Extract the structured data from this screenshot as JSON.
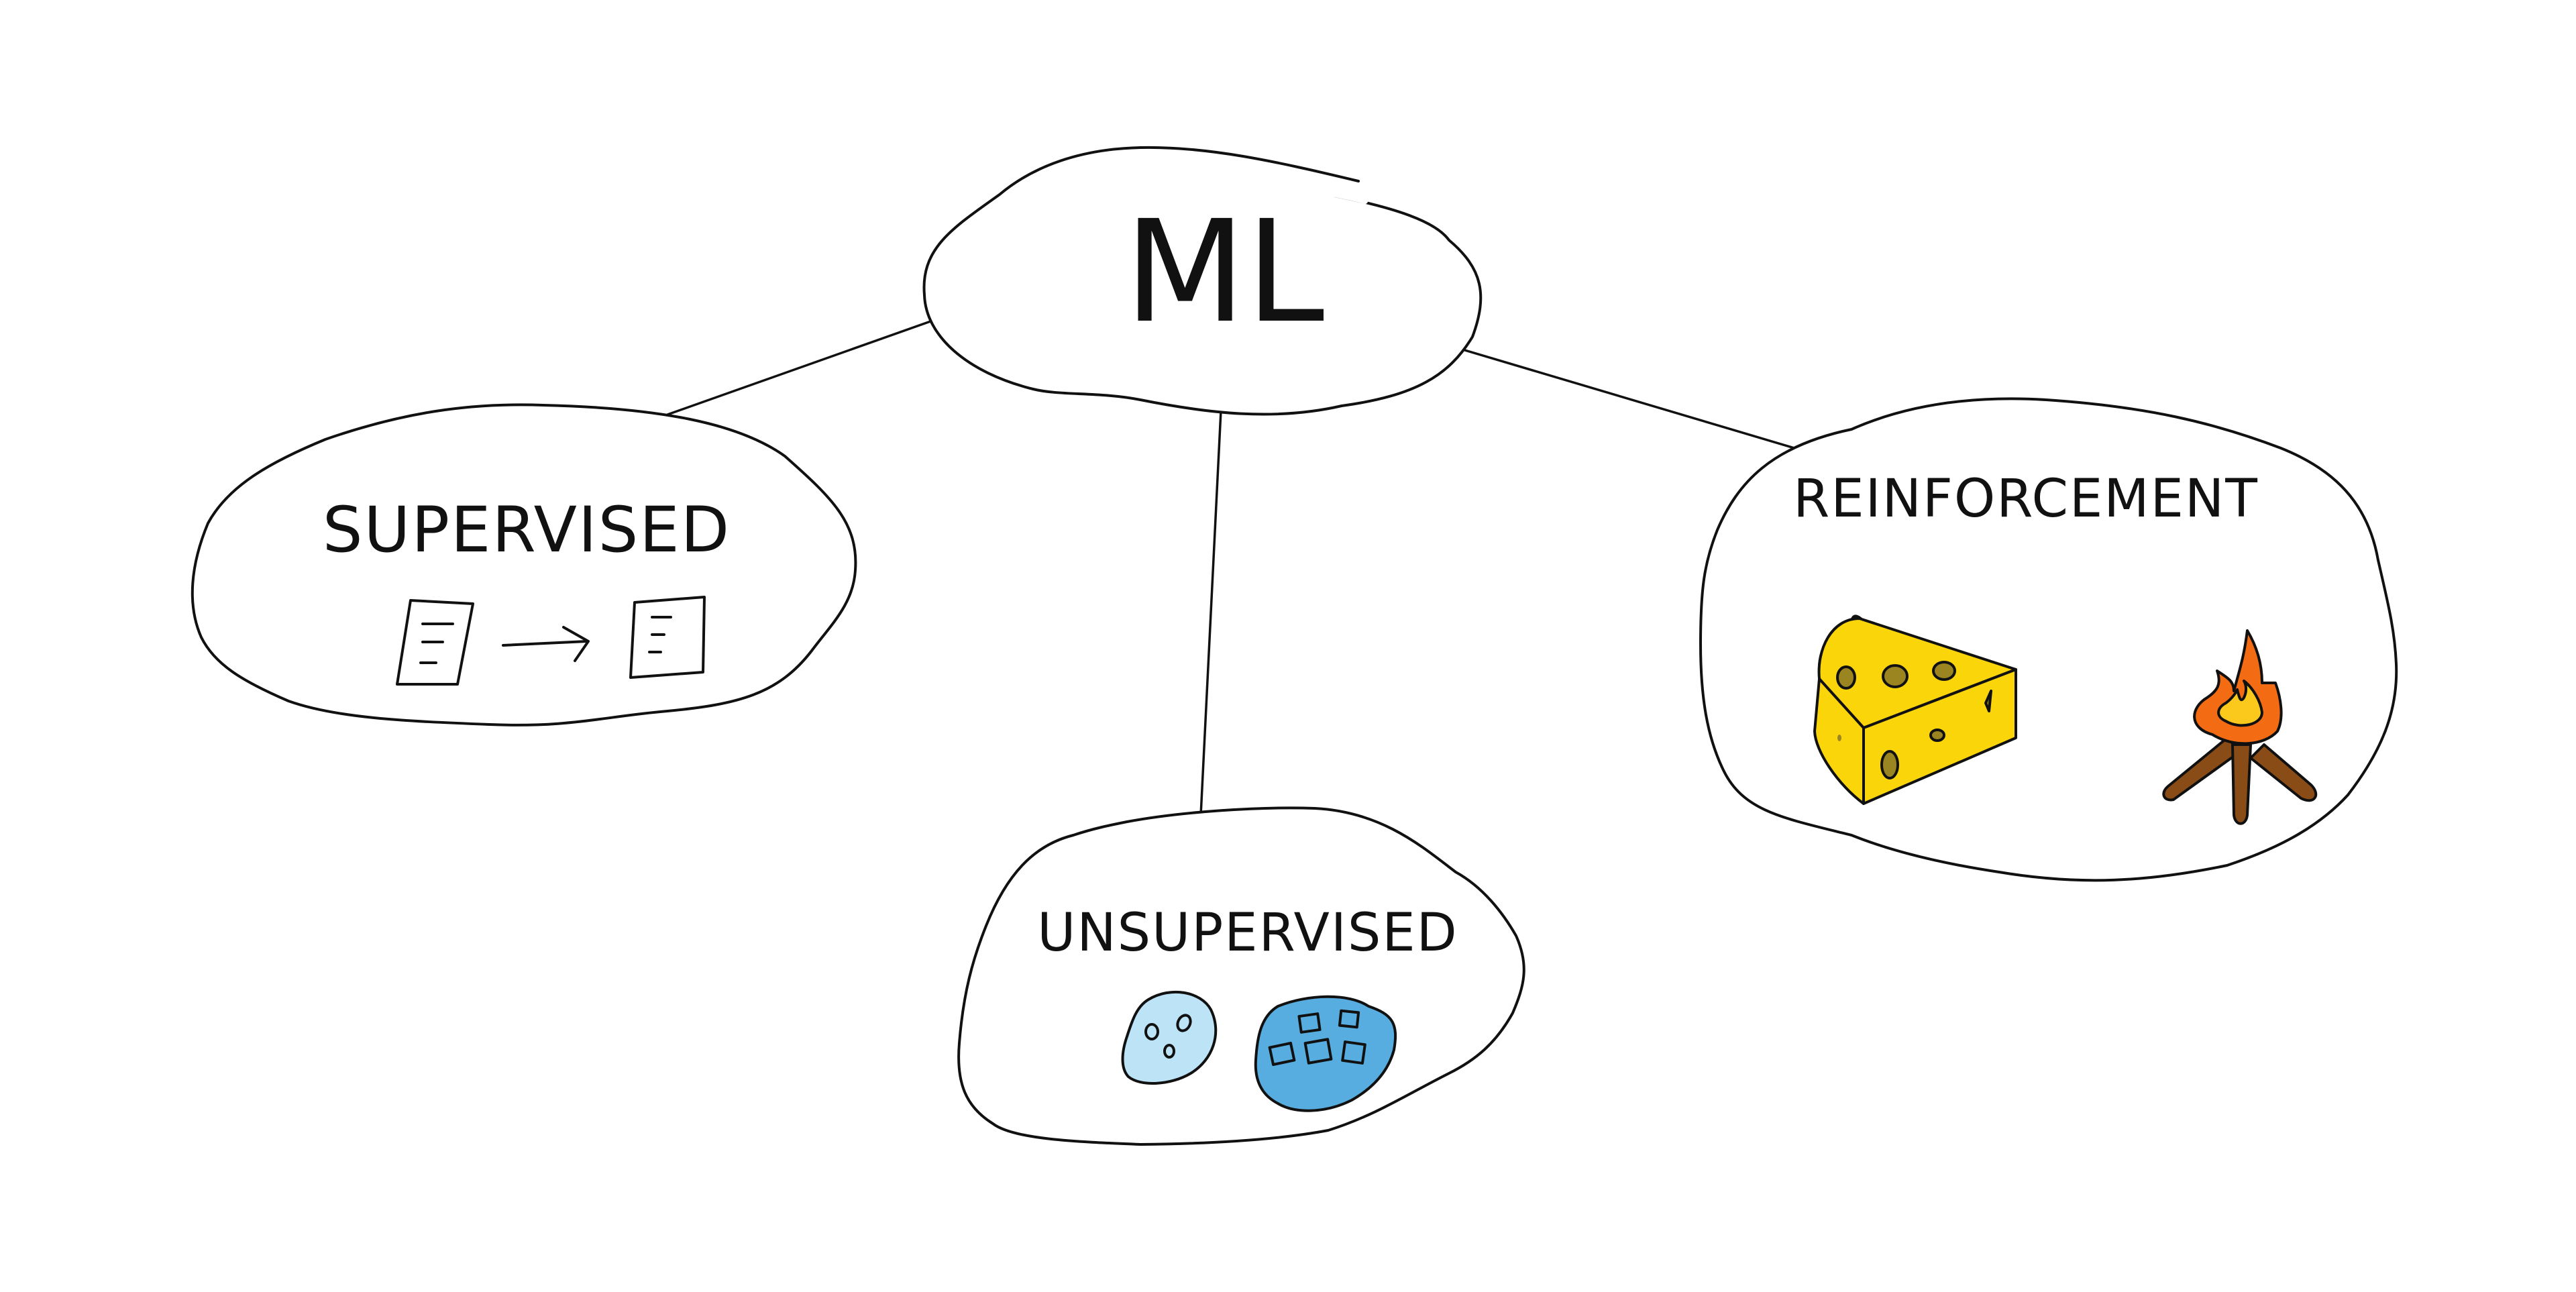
{
  "diagram": {
    "root": {
      "label": "ML"
    },
    "branches": [
      {
        "id": "supervised",
        "label": "SUPERVISED",
        "icons": [
          "document-icon",
          "arrow-right-icon",
          "document-icon"
        ]
      },
      {
        "id": "unsupervised",
        "label": "UNSUPERVISED",
        "icons": [
          "light-blue-cluster-icon",
          "dark-blue-cluster-icon"
        ]
      },
      {
        "id": "reinforcement",
        "label": "REINFORCEMENT",
        "icons": [
          "cheese-icon",
          "campfire-icon"
        ]
      }
    ]
  },
  "colors": {
    "ink": "#111111",
    "cluster_light": "#bde3f7",
    "cluster_dark": "#57ade0",
    "cheese": "#fad50a",
    "cheese_holes": "#9b8521",
    "fire_outer": "#f36b12",
    "fire_inner": "#fac91b",
    "wood": "#8a4c16"
  }
}
